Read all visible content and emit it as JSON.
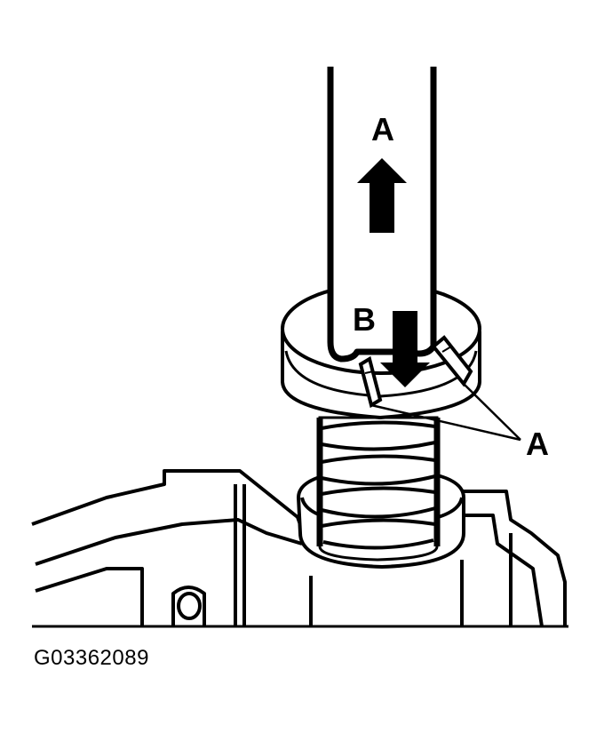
{
  "labels": {
    "pull_direction": "A",
    "push_direction": "B",
    "clip_pointer": "A"
  },
  "caption": "G03362089",
  "colors": {
    "line": "#000000",
    "background": "#ffffff"
  }
}
